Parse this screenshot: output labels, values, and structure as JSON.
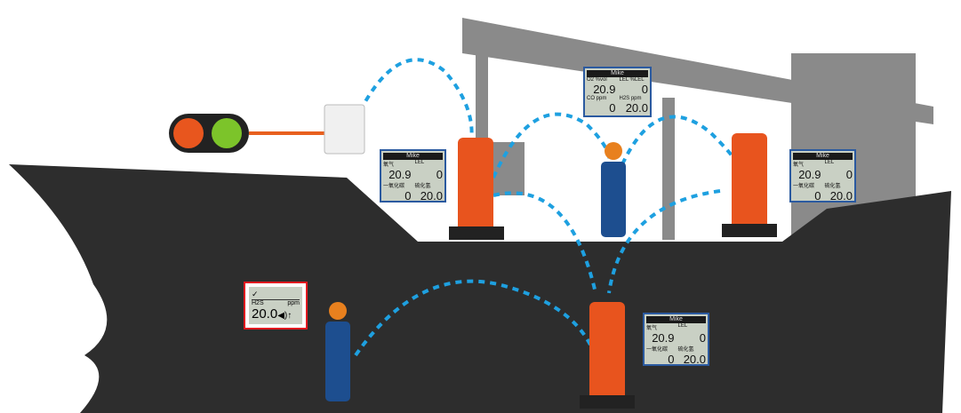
{
  "colors": {
    "hull": "#2d2d2d",
    "structure": "#8a8a8a",
    "signal": "#1ea0e0",
    "device": "#e8541e",
    "border_blue": "#2b5aa0",
    "border_red": "#e0191f"
  },
  "top_display": {
    "user": "Mike",
    "o2_label": "O2 %vol",
    "o2": "20.9",
    "lel_label": "LEL %LEL",
    "lel": "0",
    "co_label": "CO ppm",
    "co": "0",
    "h2s_label": "H2S ppm",
    "h2s": "20.0"
  },
  "zh_display": {
    "user": "Mike",
    "o2_label": "氧气",
    "o2": "20.9",
    "lel_label": "LEL",
    "lel": "0",
    "co_label": "一氧化碳",
    "co": "0",
    "h2s_label": "硫化氢",
    "h2s": "20.0"
  },
  "personal_display": {
    "gas": "H2S",
    "unit": "ppm",
    "value": "20.0"
  }
}
